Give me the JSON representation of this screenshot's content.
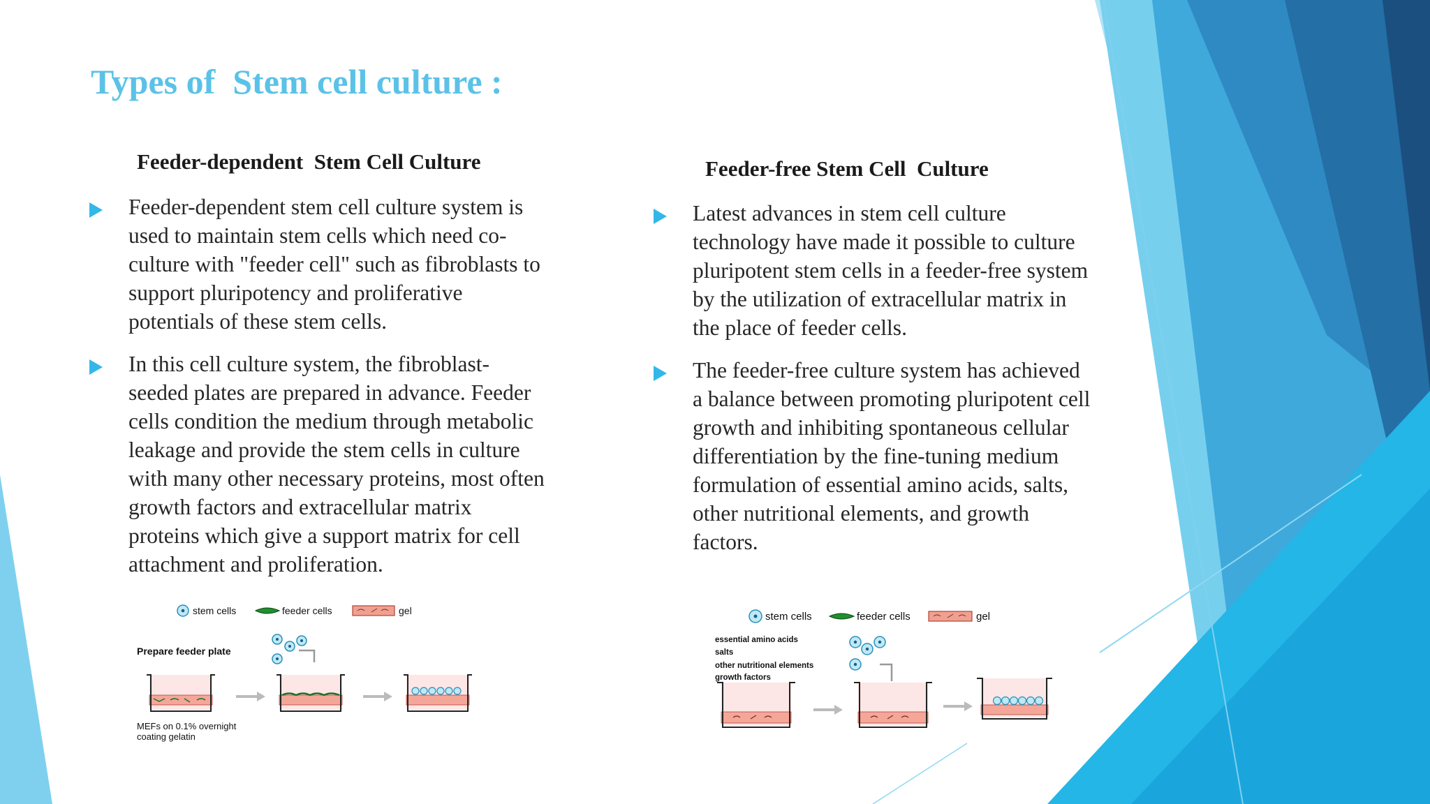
{
  "slide": {
    "title": "Types of  Stem cell culture :",
    "accent_color": "#5bc2e7",
    "bullet_color": "#33b7e8"
  },
  "left_column": {
    "heading": "Feeder-dependent  Stem Cell Culture",
    "bullets": [
      "Feeder-dependent  stem cell culture system  is\nused to maintain  stem cells which  need co-\nculture with \"feeder  cell\"  such as fibroblasts to\nsupport pluripotency  and proliferative\npotentials  of these stem cells.",
      " In this cell culture system,  the fibroblast-\nseeded plates are prepared  in advance.  Feeder\ncells condition the medium through metabolic\nleakage  and provide the stem cells in culture\nwith many  other necessary  proteins, most often\ngrowth factors and extracellular  matrix\nproteins which  give a support matrix  for cell\nattachment  and proliferation."
    ],
    "diagram": {
      "legend": [
        "stem cells",
        "feeder cells",
        "gel"
      ],
      "step_label": "Prepare feeder plate",
      "caption_line1": "MEFs on 0.1% overnight",
      "caption_line2": "coating gelatin"
    }
  },
  "right_column": {
    "heading": "Feeder-free Stem Cell  Culture",
    "bullets": [
      "Latest advances  in stem cell culture\ntechnology  have  made  it possible to culture\npluripotent stem cells in a feeder-free  system\nby the utilization of extracellular  matrix  in\nthe place  of feeder  cells.",
      " The feeder-free  culture system  has achieved\na balance between  promoting pluripotent cell\ngrowth and inhibiting  spontaneous cellular\ndifferentiation  by the fine-tuning medium\nformulation of essential  amino acids, salts,\nother nutritional  elements,  and growth\nfactors."
    ],
    "diagram": {
      "legend": [
        "stem cells",
        "feeder cells",
        "gel"
      ],
      "medium_components": [
        "essential amino acids",
        "salts",
        "other nutritional elements",
        "growth factors"
      ]
    }
  }
}
